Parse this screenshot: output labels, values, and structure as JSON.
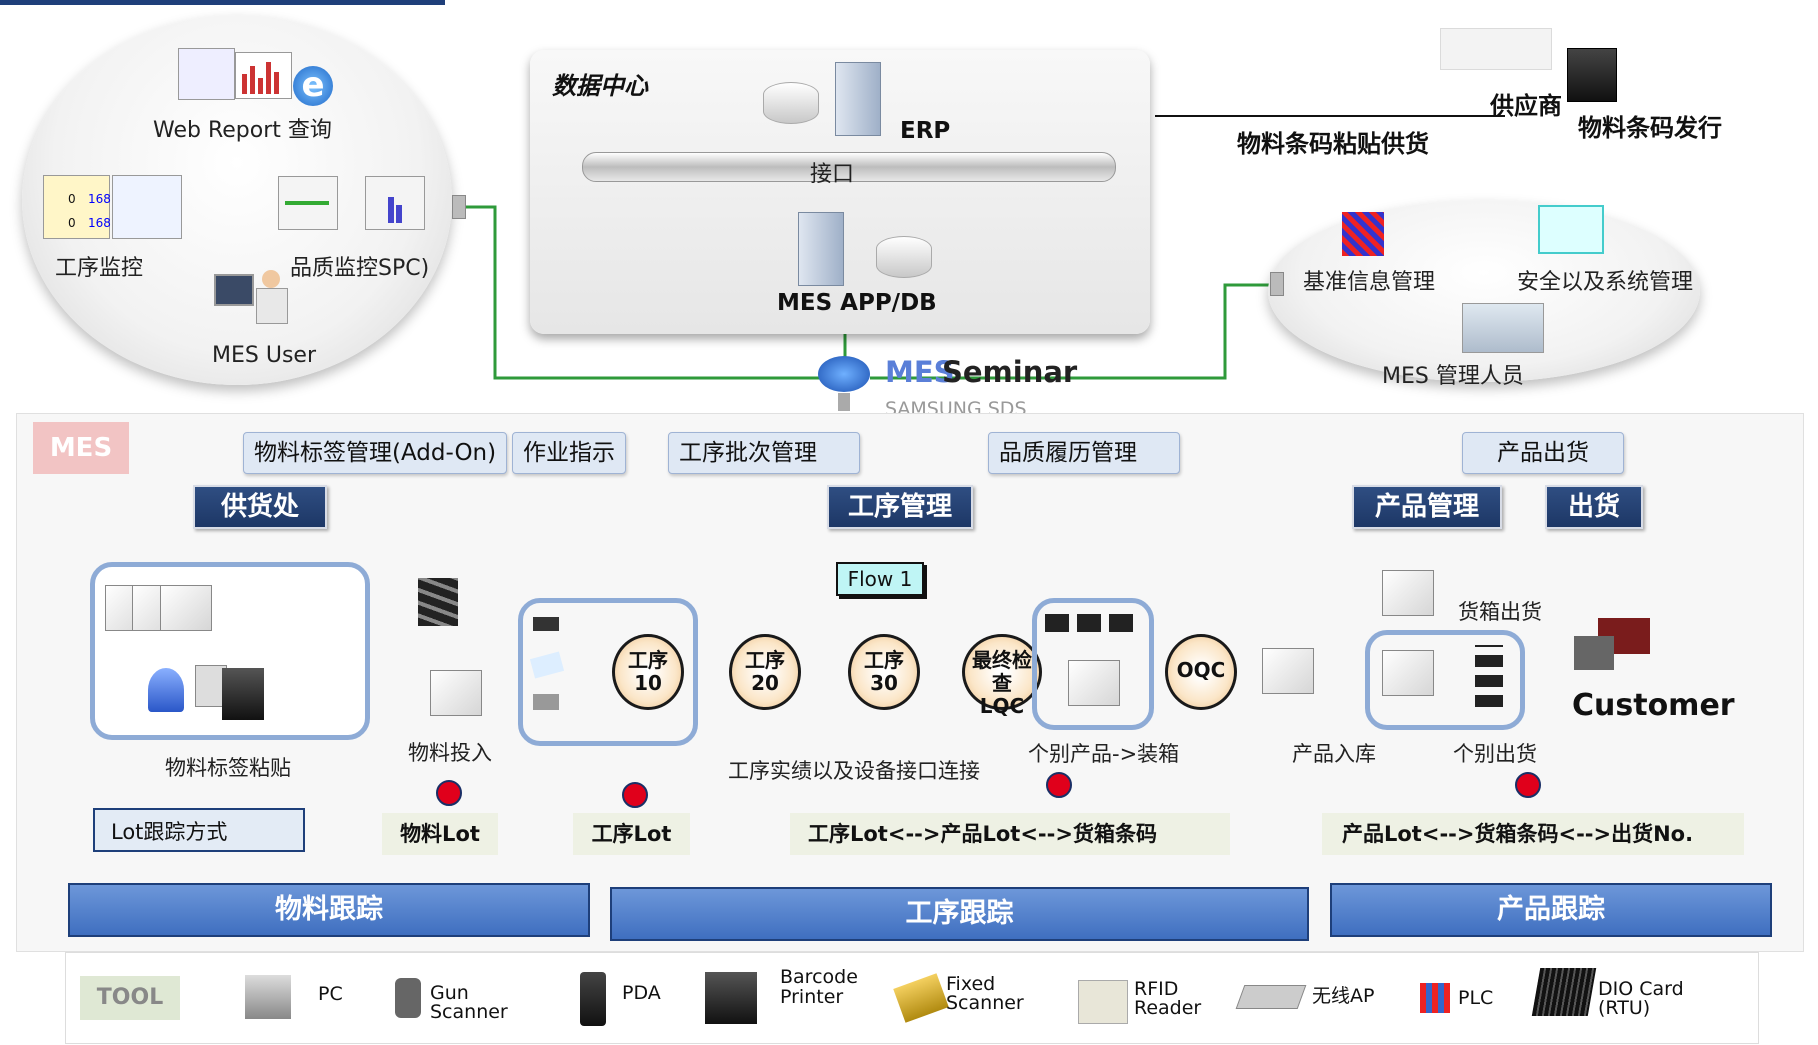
{
  "top_left": {
    "web_report": "Web Report 查询",
    "process_monitor": "工序监控",
    "quality_monitor": "品质监控SPC)",
    "mes_user": "MES User",
    "counters": [
      "168",
      "168"
    ],
    "zeros": [
      "0",
      "0"
    ]
  },
  "data_center": {
    "title": "数据中心",
    "erp": "ERP",
    "interface": "接口",
    "mes_app": "MES APP/DB"
  },
  "supplier": {
    "supplier": "供应商",
    "barcode_issue": "物料条码发行",
    "barcode_supply": "物料条码粘贴供货"
  },
  "right_ellipse": {
    "base_info": "基准信息管理",
    "security": "安全以及系统管理",
    "mes_admin": "MES 管理人员"
  },
  "logo": {
    "mes": "MES",
    "seminar": "Seminar",
    "company": "SAMSUNG SDS"
  },
  "mes_label": "MES",
  "callouts": [
    "物料标签管理(Add-On)",
    "作业指示",
    "工序批次管理",
    "品质履历管理",
    "产品出货"
  ],
  "headers": [
    "供货处",
    "工序管理",
    "产品管理",
    "出货"
  ],
  "flow_label": "Flow 1",
  "processes": [
    {
      "line1": "工序",
      "line2": "10"
    },
    {
      "line1": "工序",
      "line2": "20"
    },
    {
      "line1": "工序",
      "line2": "30"
    },
    {
      "line1": "最终检查",
      "line2": "LQC"
    },
    {
      "line1": "OQC",
      "line2": ""
    }
  ],
  "labels": {
    "label_attach": "物料标签粘贴",
    "material_input": "物料投入",
    "process_result": "工序实绩以及设备接口连接",
    "packing": "个别产品->装箱",
    "warehouse_in": "产品入库",
    "individual_ship": "个别出货",
    "box_ship": "货箱出货",
    "customer": "Customer"
  },
  "lot_tracking": {
    "label": "Lot跟踪方式",
    "items": [
      "物料Lot",
      "工序Lot",
      "工序Lot<-->产品Lot<-->货箱条码",
      "产品Lot<-->货箱条码<-->出货No."
    ]
  },
  "tracking_bars": [
    "物料跟踪",
    "工序跟踪",
    "产品跟踪"
  ],
  "tool": {
    "label": "TOOL",
    "items": [
      {
        "name": "pc",
        "label": "PC",
        "label2": ""
      },
      {
        "name": "gun-scanner",
        "label": "Gun",
        "label2": "Scanner"
      },
      {
        "name": "pda",
        "label": "PDA",
        "label2": ""
      },
      {
        "name": "barcode-printer",
        "label": "Barcode",
        "label2": "Printer"
      },
      {
        "name": "fixed-scanner",
        "label": "Fixed",
        "label2": "Scanner"
      },
      {
        "name": "rfid-reader",
        "label": "RFID",
        "label2": "Reader"
      },
      {
        "name": "wireless-ap",
        "label": "无线AP",
        "label2": ""
      },
      {
        "name": "plc",
        "label": "PLC",
        "label2": ""
      },
      {
        "name": "dio-card",
        "label": "DIO Card",
        "label2": "(RTU)"
      }
    ]
  },
  "colors": {
    "accent_blue": "#1d3766",
    "track_blue": "#4f7fcc",
    "connector_green": "#2e9a3a",
    "red_dot": "#e0001b"
  }
}
